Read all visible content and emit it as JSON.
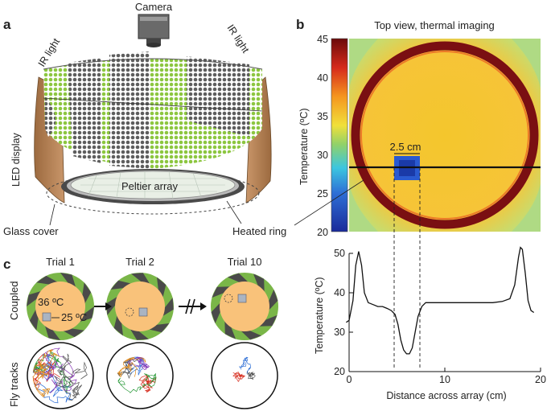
{
  "panel_a": {
    "label": "a",
    "camera": "Camera",
    "ir_left": "IR light",
    "ir_right": "IR light",
    "led": "LED display",
    "peltier": "Peltier array",
    "glass": "Glass cover",
    "ring": "Heated ring"
  },
  "panel_b": {
    "label": "b",
    "title": "Top view, thermal imaging",
    "colorbar": {
      "ylabel": "Temperature (ºC)",
      "ticks": [
        "45",
        "40",
        "35",
        "30",
        "25",
        "20"
      ]
    },
    "scale_label": "2.5 cm"
  },
  "panel_c": {
    "label": "c",
    "trials": [
      "Trial 1",
      "Trial 2",
      "Trial 10"
    ],
    "row_coupled": "Coupled",
    "row_tracks": "Fly tracks",
    "temp_hot": "36 ºC",
    "temp_cold": "25 ºC"
  },
  "chart_data": {
    "type": "line",
    "xlabel": "Distance across array (cm)",
    "ylabel": "Temperature (ºC)",
    "xlim": [
      0,
      20
    ],
    "ylim": [
      20,
      50
    ],
    "xticks": [
      "0",
      "10",
      "20"
    ],
    "yticks": [
      "20",
      "30",
      "40",
      "50"
    ],
    "x": [
      -0.3,
      0,
      0.4,
      0.7,
      1.0,
      1.3,
      1.6,
      2.0,
      2.5,
      3.0,
      3.5,
      4.0,
      4.4,
      4.8,
      5.1,
      5.4,
      5.7,
      6.0,
      6.3,
      6.6,
      6.9,
      7.2,
      7.6,
      8.0,
      9.0,
      10.0,
      11.0,
      12.0,
      13.0,
      14.0,
      15.0,
      16.0,
      16.8,
      17.3,
      17.7,
      17.9,
      18.1,
      18.4,
      18.7,
      19.0,
      19.3
    ],
    "y": [
      32.5,
      33,
      38,
      47,
      50.5,
      47,
      40,
      37.5,
      37,
      36.5,
      36.5,
      36,
      35.5,
      34.5,
      32,
      28,
      25.5,
      24.5,
      24.5,
      26,
      30,
      34,
      36.5,
      37.5,
      37.5,
      37.5,
      37.5,
      37.5,
      37.5,
      37.5,
      37.5,
      37.8,
      38.5,
      42,
      49,
      51.5,
      51,
      45,
      38,
      35.5,
      35
    ]
  }
}
